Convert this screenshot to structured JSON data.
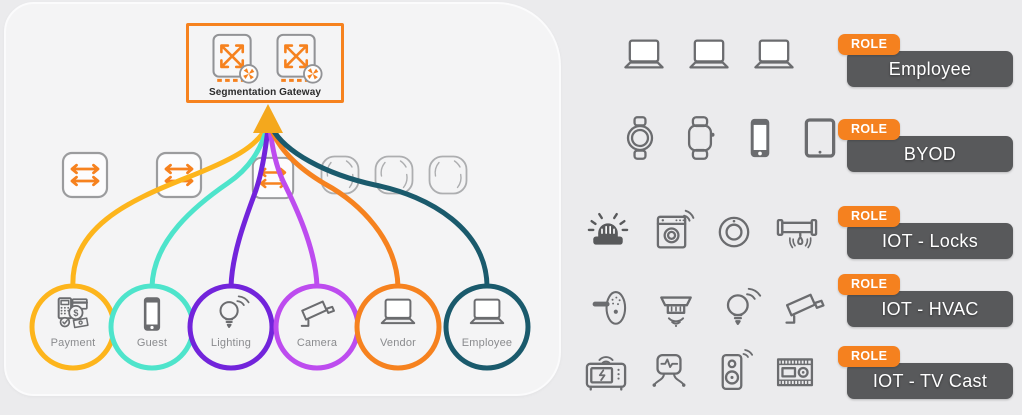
{
  "diagram": {
    "gateway": {
      "label": "Segmentation Gateway",
      "icon": "firewall-icon",
      "icon_count": 2,
      "border_color": "#F6821F"
    },
    "switch_icon": "switch-icon",
    "switch_count": 3,
    "cloud_icon": "cloud-icon",
    "cloud_count": 3,
    "arrow_color": "#F4A81D",
    "segments": [
      {
        "label": "Payment",
        "color": "#FDB51C",
        "icon": "payment-terminal-icon"
      },
      {
        "label": "Guest",
        "color": "#4EE4CB",
        "icon": "smartphone-icon"
      },
      {
        "label": "Lighting",
        "color": "#7224DB",
        "icon": "smart-bulb-icon"
      },
      {
        "label": "Camera",
        "color": "#BD4CEF",
        "icon": "cctv-camera-icon"
      },
      {
        "label": "Vendor",
        "color": "#F6821F",
        "icon": "laptop-icon"
      },
      {
        "label": "Employee",
        "color": "#1A5A6C",
        "icon": "laptop-icon"
      }
    ]
  },
  "roles": [
    {
      "tag": "ROLE",
      "label": "Employee",
      "devices": [
        "laptop-icon",
        "laptop-icon",
        "laptop-icon"
      ]
    },
    {
      "tag": "ROLE",
      "label": "BYOD",
      "devices": [
        "round-smartwatch-icon",
        "square-smartwatch-icon",
        "smartphone-icon",
        "tablet-icon"
      ]
    },
    {
      "tag": "ROLE",
      "label": "IOT - Locks",
      "devices": [
        "alarm-siren-icon",
        "washing-machine-wifi-icon",
        "smoke-detector-icon",
        "pipe-leak-sensor-icon"
      ]
    },
    {
      "tag": "ROLE",
      "label": "IOT - HVAC",
      "devices": [
        "door-lock-icon",
        "smoke-detector-wifi-icon",
        "smart-bulb-icon",
        "cctv-camera-icon"
      ]
    },
    {
      "tag": "ROLE",
      "label": "IOT - TV Cast",
      "devices": [
        "microwave-wifi-icon",
        "patient-monitor-icon",
        "smart-speaker-icon",
        "control-panel-icon"
      ]
    }
  ],
  "colors": {
    "role_tag_orange": "#F5811F",
    "role_badge_gray": "#58595B",
    "device_icon_gray": "#6B6C6F",
    "panel_background": "#f4f4f5"
  }
}
